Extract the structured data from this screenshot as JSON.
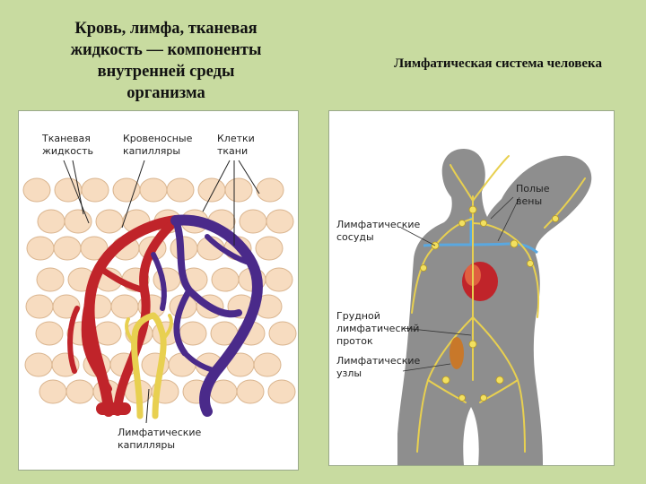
{
  "left": {
    "title_line1": "Кровь, лимфа, тканевая",
    "title_line2": "жидкость — компоненты",
    "title_line3": "внутренней среды",
    "title_line4": "организма",
    "labels": {
      "tissue_fluid_1": "Тканевая",
      "tissue_fluid_2": "жидкость",
      "blood_caps_1": "Кровеносные",
      "blood_caps_2": "капилляры",
      "tissue_cells_1": "Клетки",
      "tissue_cells_2": "ткани",
      "lymph_caps_1": "Лимфатические",
      "lymph_caps_2": "капилляры"
    }
  },
  "right": {
    "title": "Лимфатическая система человека",
    "labels": {
      "veins_1": "Полые",
      "veins_2": "вены",
      "lymph_vessels_1": "Лимфатические",
      "lymph_vessels_2": "сосуды",
      "duct_1": "Грудной",
      "duct_2": "лимфатический",
      "duct_3": "проток",
      "nodes_1": "Лимфатические",
      "nodes_2": "узлы"
    }
  },
  "colors": {
    "background": "#c8dba0",
    "artery": "#c0242a",
    "vein": "#4a2a8a",
    "lymph": "#f2e060",
    "cell": "#f7dcc0",
    "body": "#8e8e8e",
    "vessel_blue": "#5aa8e0"
  }
}
